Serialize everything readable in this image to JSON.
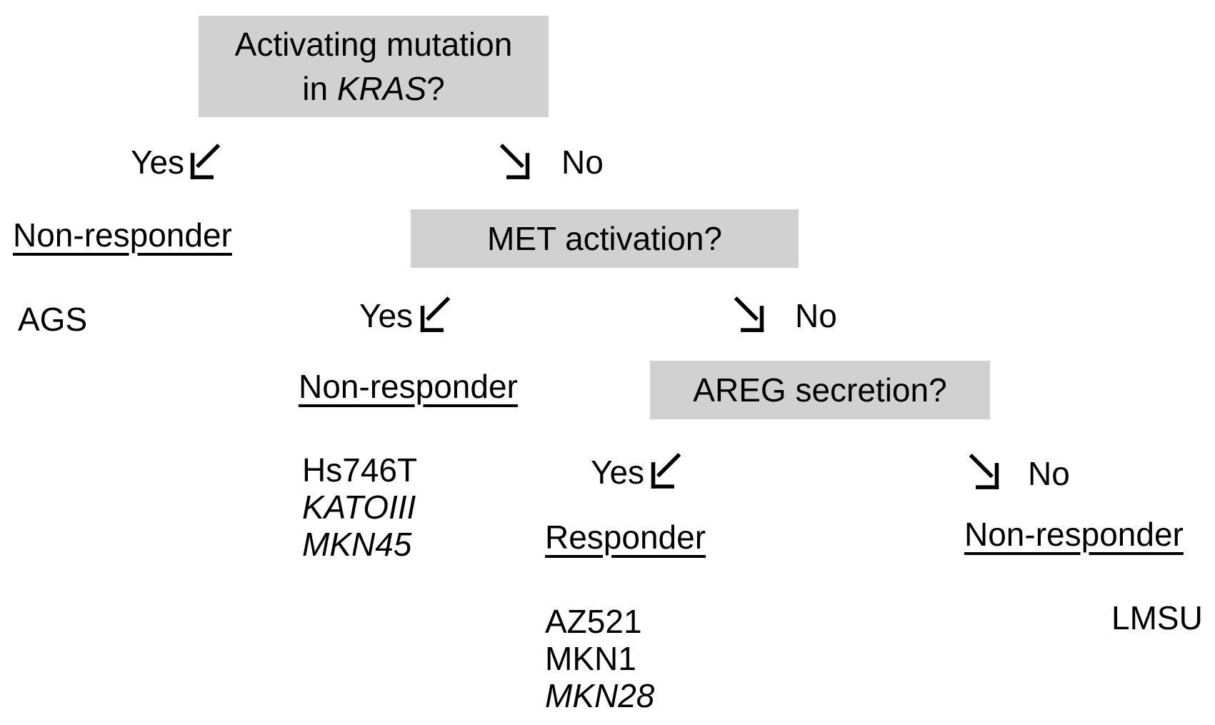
{
  "figure": {
    "background": "#ffffff",
    "box_bg": "#d1d1d1",
    "text_color": "#000000"
  },
  "nodes": {
    "kras": {
      "line1": "Activating mutation",
      "line2_pre": "in ",
      "line2_gene": "KRAS",
      "line2_post": "?"
    },
    "met": {
      "label": "MET activation?"
    },
    "areg": {
      "label": "AREG secretion?"
    }
  },
  "branches": {
    "kras_yes": "Yes",
    "kras_no": "No",
    "met_yes": "Yes",
    "met_no": "No",
    "areg_yes": "Yes",
    "areg_no": "No"
  },
  "outcomes": {
    "kras_yes": {
      "label": "Non-responder",
      "cell_lines": [
        {
          "name": "AGS",
          "italic": false
        }
      ]
    },
    "met_yes": {
      "label": "Non-responder",
      "cell_lines": [
        {
          "name": "Hs746T",
          "italic": false
        },
        {
          "name": "KATOIII",
          "italic": true
        },
        {
          "name": "MKN45",
          "italic": true
        }
      ]
    },
    "areg_yes": {
      "label": "Responder",
      "cell_lines": [
        {
          "name": "AZ521",
          "italic": false
        },
        {
          "name": "MKN1",
          "italic": false
        },
        {
          "name": "MKN28",
          "italic": true
        }
      ]
    },
    "areg_no": {
      "label": "Non-responder",
      "cell_lines": [
        {
          "name": "LMSU",
          "italic": false
        }
      ]
    }
  }
}
